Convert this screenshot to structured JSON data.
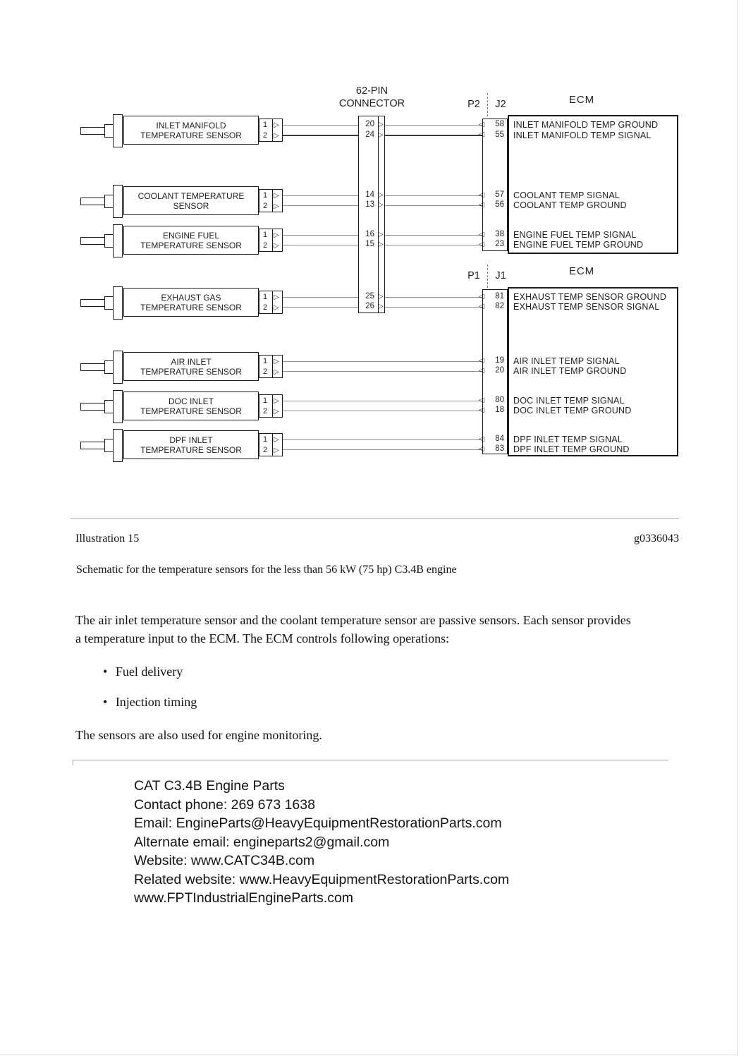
{
  "icons": {
    "arrow_right": "▷",
    "arrow_left": "◁"
  },
  "schematic": {
    "connector_title": [
      "62-PIN",
      "CONNECTOR"
    ],
    "ecm_label": "ECM",
    "p2": "P2",
    "j2": "J2",
    "p1": "P1",
    "j1": "J1",
    "sensors": [
      {
        "name1": "INLET MANIFOLD",
        "name2": "TEMPERATURE SENSOR",
        "pin1": "1",
        "pin2": "2"
      },
      {
        "name1": "COOLANT TEMPERATURE",
        "name2": "SENSOR",
        "pin1": "1",
        "pin2": "2"
      },
      {
        "name1": "ENGINE FUEL",
        "name2": "TEMPERATURE SENSOR",
        "pin1": "1",
        "pin2": "2"
      },
      {
        "name1": "EXHAUST GAS",
        "name2": "TEMPERATURE SENSOR",
        "pin1": "1",
        "pin2": "2"
      },
      {
        "name1": "AIR INLET",
        "name2": "TEMPERATURE SENSOR",
        "pin1": "1",
        "pin2": "2"
      },
      {
        "name1": "DOC INLET",
        "name2": "TEMPERATURE SENSOR",
        "pin1": "1",
        "pin2": "2"
      },
      {
        "name1": "DPF INLET",
        "name2": "TEMPERATURE SENSOR",
        "pin1": "1",
        "pin2": "2"
      }
    ],
    "connector_pins": [
      "20",
      "24",
      "14",
      "13",
      "16",
      "15",
      "25",
      "26"
    ],
    "j2_rows": [
      {
        "pin": "58",
        "label": "INLET MANIFOLD TEMP GROUND"
      },
      {
        "pin": "55",
        "label": "INLET MANIFOLD TEMP SIGNAL"
      },
      {
        "pin": "57",
        "label": "COOLANT TEMP SIGNAL"
      },
      {
        "pin": "56",
        "label": "COOLANT TEMP GROUND"
      },
      {
        "pin": "38",
        "label": "ENGINE FUEL TEMP SIGNAL"
      },
      {
        "pin": "23",
        "label": "ENGINE FUEL TEMP GROUND"
      }
    ],
    "j1_rows": [
      {
        "pin": "81",
        "label": "EXHAUST TEMP SENSOR GROUND"
      },
      {
        "pin": "82",
        "label": "EXHAUST TEMP SENSOR SIGNAL"
      },
      {
        "pin": "19",
        "label": "AIR INLET TEMP SIGNAL"
      },
      {
        "pin": "20",
        "label": "AIR INLET TEMP GROUND"
      },
      {
        "pin": "80",
        "label": "DOC INLET TEMP SIGNAL"
      },
      {
        "pin": "18",
        "label": "DOC INLET TEMP GROUND"
      },
      {
        "pin": "84",
        "label": "DPF INLET TEMP SIGNAL"
      },
      {
        "pin": "83",
        "label": "DPF INLET TEMP GROUND"
      }
    ]
  },
  "figure": {
    "illustration": "Illustration 15",
    "figure_id": "g0336043",
    "caption": "Schematic for the temperature sensors for the less than 56 kW (75 hp) C3.4B engine"
  },
  "body_text": {
    "paragraph1": "The air inlet temperature sensor and the coolant temperature sensor are passive sensors. Each sensor provides a temperature input to the ECM. The ECM controls following operations:",
    "bullet_char": "•",
    "bullets": [
      "Fuel delivery",
      "Injection timing"
    ],
    "paragraph2": "The sensors are also used for engine monitoring."
  },
  "contact": {
    "lines": [
      "CAT C3.4B Engine Parts",
      "Contact phone: 269 673 1638",
      "Email: EngineParts@HeavyEquipmentRestorationParts.com",
      "Alternate email: engineparts2@gmail.com",
      "Website: www.CATC34B.com",
      "Related website: www.HeavyEquipmentRestorationParts.com",
      "www.FPTIndustrialEngineParts.com"
    ]
  }
}
